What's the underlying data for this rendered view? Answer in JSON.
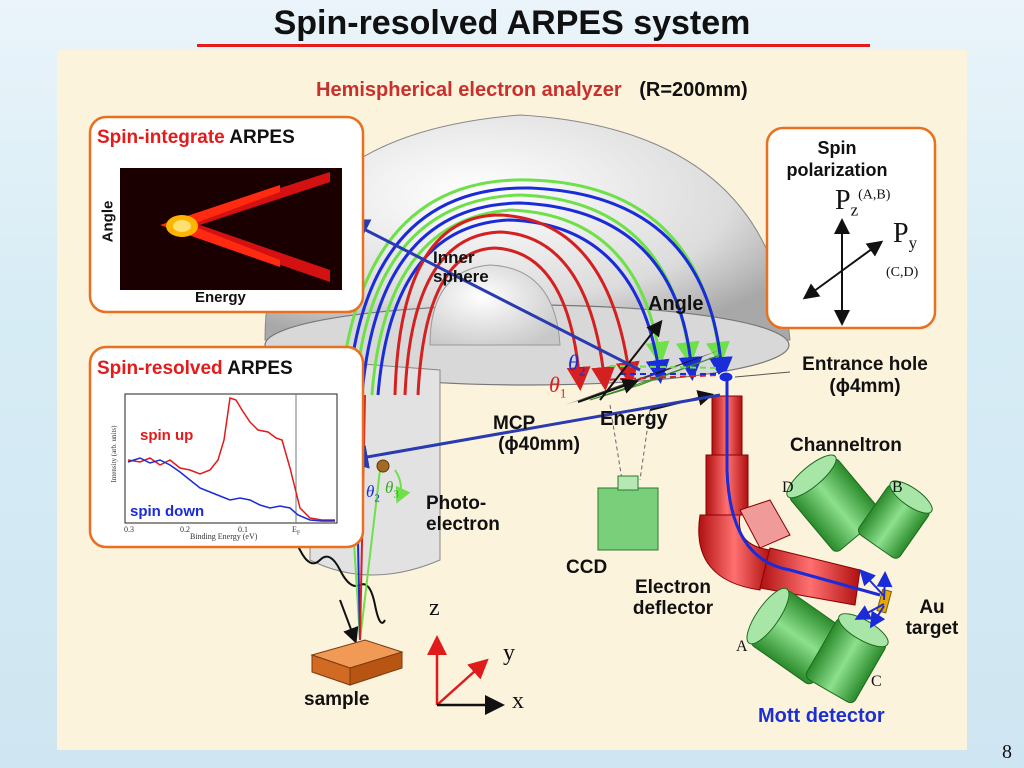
{
  "slide": {
    "title": "Spin-resolved ARPES system",
    "page_number": "8"
  },
  "analyzer": {
    "name": "Hemispherical electron analyzer",
    "radius": "(R=200mm)",
    "inner_sphere": "Inner sphere",
    "angle": "Angle",
    "energy": "Energy",
    "theta1": "θ",
    "theta1_sub": "1",
    "theta2": "θ",
    "theta2_sub": "2",
    "theta3": "θ",
    "theta3_sub": "3",
    "mcp_label": "MCP",
    "mcp_size": "(ϕ40mm)",
    "entrance_hole": "Entrance hole",
    "entrance_size": "(ϕ4mm)",
    "ccd": "CCD",
    "photoelectron": "Photo-electron",
    "sample": "sample"
  },
  "inset_integrated": {
    "title_red": "Spin-integrate",
    "title_black": " ARPES",
    "y_label": "Angle",
    "x_label": "Energy"
  },
  "inset_resolved": {
    "title_red": "Spin-resolved",
    "title_black": " ARPES",
    "spin_up": "spin up",
    "spin_down": "spin down",
    "y_axis": "Intensity (arb. units)",
    "x_axis": "Binding Energy (eV)",
    "ticks": [
      "0.3",
      "0.2",
      "0.1",
      "E"
    ],
    "ef_sub": "F"
  },
  "spin_polarization": {
    "title": "Spin polarization",
    "pz": "P",
    "pz_sub": "z",
    "pz_sup": "(A,B)",
    "py": "P",
    "py_sub": "y",
    "py_sup": "(C,D)"
  },
  "mott": {
    "channeltron": "Channeltron",
    "deflector": "Electron deflector",
    "au_target": "Au target",
    "detector": "Mott detector",
    "labels": [
      "A",
      "B",
      "C",
      "D"
    ]
  },
  "axes": {
    "z": "z",
    "y": "y",
    "x": "x"
  },
  "colors": {
    "title_underline": "#e51b1b",
    "red_label": "#e41b1b",
    "heading_red": "#c9302c",
    "blue_label": "#1c2fd0",
    "inset_border": "#e8701f",
    "trajectory_red": "#d42020",
    "trajectory_blue": "#1a2bd8",
    "trajectory_green": "#6ee04a"
  }
}
